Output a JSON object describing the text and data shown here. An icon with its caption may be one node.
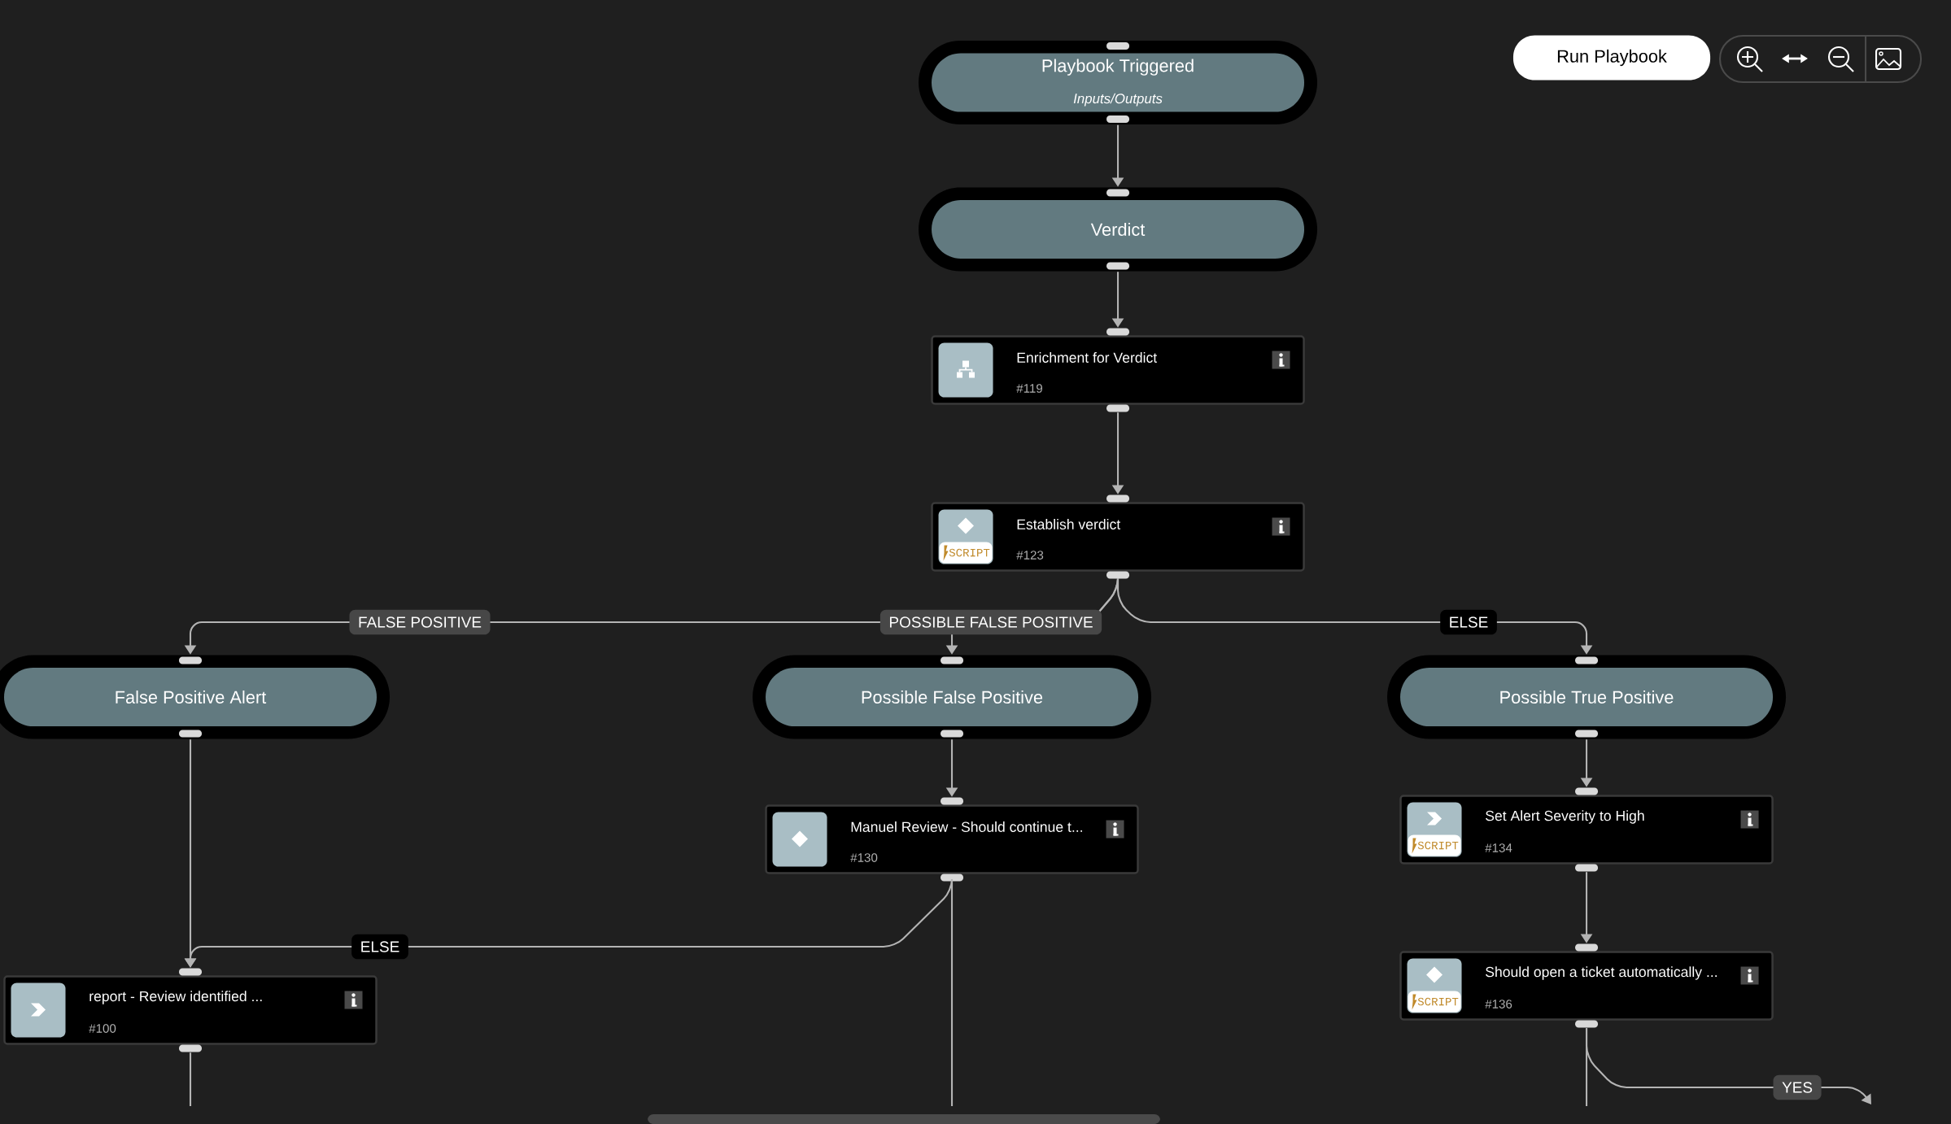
{
  "diagram": {
    "nodes": [
      {
        "text": [
          "Playbook Triggered",
          "Inputs/Outputs"
        ]
      },
      {
        "text": [
          "Verdict"
        ]
      },
      {
        "text": [
          "Enrichment for Verdict",
          "#119"
        ]
      },
      {
        "text": [
          "Establish verdict",
          "SCRIPT",
          "#123"
        ]
      },
      {
        "text": [
          "False Positive Alert"
        ]
      },
      {
        "text": [
          "Possible False Positive"
        ]
      },
      {
        "text": [
          "Possible True Positive"
        ]
      },
      {
        "text": [
          "Manuel Review - Should continue t...",
          "#130"
        ]
      },
      {
        "text": [
          "Set Alert Severity to High",
          "SCRIPT",
          "#134"
        ]
      },
      {
        "text": [
          "report - Review identified ...",
          "#100"
        ]
      },
      {
        "text": [
          "Should open a ticket automatically ...",
          "SCRIPT",
          "#136"
        ]
      }
    ],
    "edges": [
      {
        "from": 0,
        "to": 1,
        "arrow": "to"
      },
      {
        "from": 1,
        "to": 2,
        "arrow": "to"
      },
      {
        "from": 2,
        "to": 3,
        "arrow": "to"
      },
      {
        "from": 3,
        "to": 4,
        "arrow": "to",
        "label": "FALSE POSITIVE"
      },
      {
        "from": 3,
        "to": 5,
        "arrow": "to",
        "label": "POSSIBLE FALSE POSITIVE"
      },
      {
        "from": 3,
        "to": 6,
        "arrow": "to",
        "label": "ELSE"
      },
      {
        "from": 4,
        "to": 9,
        "arrow": "to"
      },
      {
        "from": 5,
        "to": 7,
        "arrow": "to"
      },
      {
        "from": 7,
        "to": 9,
        "arrow": "to",
        "label": "ELSE"
      },
      {
        "from": 9,
        "to": null,
        "arrow": "none"
      },
      {
        "from": 7,
        "to": null,
        "arrow": "none"
      },
      {
        "from": 6,
        "to": 8,
        "arrow": "to"
      },
      {
        "from": 8,
        "to": 10,
        "arrow": "to"
      },
      {
        "from": 10,
        "to": null,
        "arrow": "none"
      },
      {
        "from": 10,
        "to": null,
        "arrow": "to",
        "label": "YES"
      }
    ],
    "labels": [
      "Run Playbook"
    ]
  }
}
